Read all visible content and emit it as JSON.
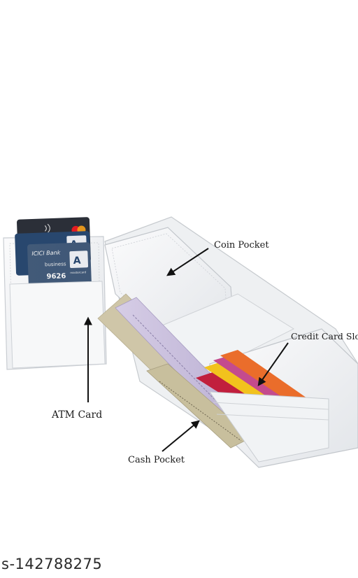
{
  "labels": {
    "coin_pocket": "Coin Pocket",
    "credit_card_slot": "Credit Card Slot",
    "atm_card": "ATM Card",
    "cash_pocket": "Cash Pocket"
  },
  "atm_card_front": {
    "bank": "ICICI Bank",
    "tier": "business",
    "last_digits": "9626",
    "network": "mastercard"
  },
  "product_id": "s-142788275",
  "colors": {
    "wallet": "#f6f7f8",
    "wallet_shade": "#dfe2e6",
    "arrow": "#111111",
    "card_dark": "#2b2f38",
    "card_blue": "#28476e"
  }
}
